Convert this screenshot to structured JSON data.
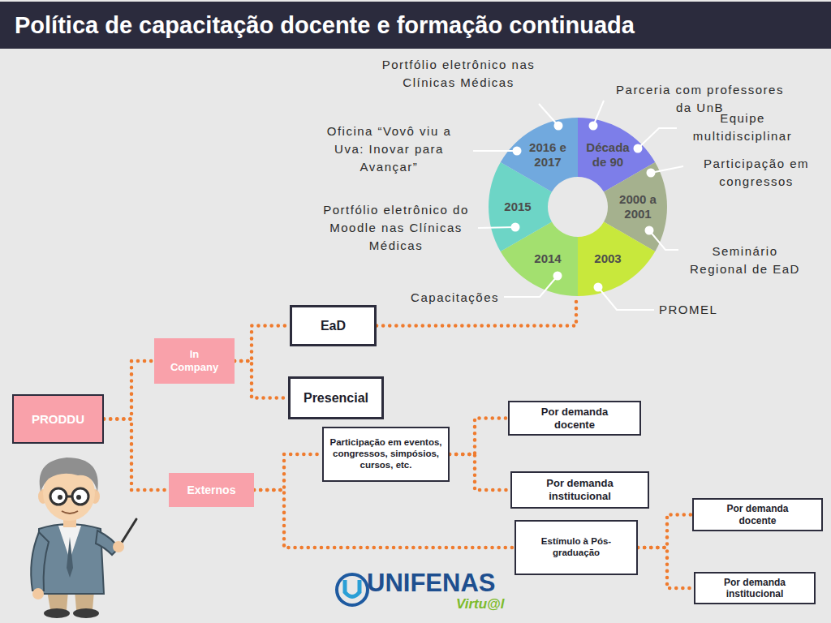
{
  "diagram": {
    "title": "Política de capacitação docente e formação continuada",
    "nodes": [
      {
        "text": [
          "Década de 90"
        ]
      },
      {
        "text": [
          "2000 a 2001"
        ]
      },
      {
        "text": [
          "2003"
        ]
      },
      {
        "text": [
          "2014"
        ]
      },
      {
        "text": [
          "2015"
        ]
      },
      {
        "text": [
          "2016 e 2017"
        ]
      },
      {
        "text": [
          "PRODDU"
        ]
      },
      {
        "text": [
          "In Company"
        ]
      },
      {
        "text": [
          "EaD"
        ]
      },
      {
        "text": [
          "Presencial"
        ]
      },
      {
        "text": [
          "Externos"
        ]
      },
      {
        "text": [
          "Participação em eventos, congressos, simpósios, cursos, etc."
        ]
      },
      {
        "text": [
          "Por demanda docente"
        ]
      },
      {
        "text": [
          "Por demanda institucional"
        ]
      },
      {
        "text": [
          "Estímulo à Pós-graduação"
        ]
      },
      {
        "text": [
          "Por demanda docente"
        ]
      },
      {
        "text": [
          "Por demanda institucional"
        ]
      }
    ],
    "edges": [
      {
        "from": 6,
        "to": 7,
        "arrow": "none"
      },
      {
        "from": 6,
        "to": 10,
        "arrow": "none"
      },
      {
        "from": 7,
        "to": 8,
        "arrow": "none"
      },
      {
        "from": 7,
        "to": 9,
        "arrow": "none"
      },
      {
        "from": 8,
        "to": 3,
        "arrow": "none"
      },
      {
        "from": 10,
        "to": 11,
        "arrow": "none"
      },
      {
        "from": 10,
        "to": 14,
        "arrow": "none"
      },
      {
        "from": 11,
        "to": 12,
        "arrow": "none"
      },
      {
        "from": 11,
        "to": 13,
        "arrow": "none"
      },
      {
        "from": 14,
        "to": 15,
        "arrow": "none"
      },
      {
        "from": 14,
        "to": 16,
        "arrow": "none"
      }
    ],
    "labels": [
      "Portfólio eletrônico nas Clínicas Médicas",
      "Parceria com professores da UnB",
      "Equipe multidisciplinar",
      "Participação em congressos",
      "Seminário Regional de EaD",
      "PROMEL",
      "Capacitações",
      "Portfólio eletrônico do Moodle nas Clínicas Médicas",
      "Oficina “Vovô viu a Uva: Inovar para Avançar”",
      "UNIFENAS",
      "Virtu@l"
    ]
  }
}
